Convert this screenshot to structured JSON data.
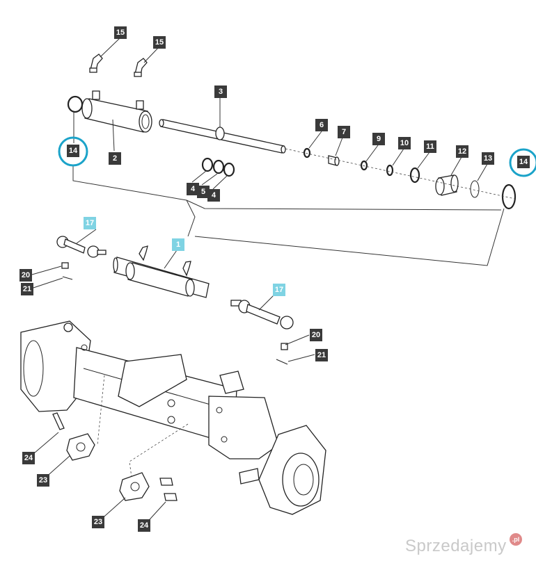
{
  "callouts": {
    "c15a": "15",
    "c15b": "15",
    "c3": "3",
    "c14a": "14",
    "c2": "2",
    "c6": "6",
    "c7": "7",
    "c9": "9",
    "c10": "10",
    "c11": "11",
    "c12": "12",
    "c13": "13",
    "c14b": "14",
    "c4a": "4",
    "c5": "5",
    "c4b": "4",
    "c17a": "17",
    "c1": "1",
    "c20a": "20",
    "c21a": "21",
    "c17b": "17",
    "c20b": "20",
    "c21b": "21",
    "c24a": "24",
    "c23a": "23",
    "c23b": "23",
    "c24b": "24"
  },
  "highlight_color": "#1ba3c9",
  "watermark": {
    "text": "Sprzedajemy",
    "badge": ".pl"
  }
}
